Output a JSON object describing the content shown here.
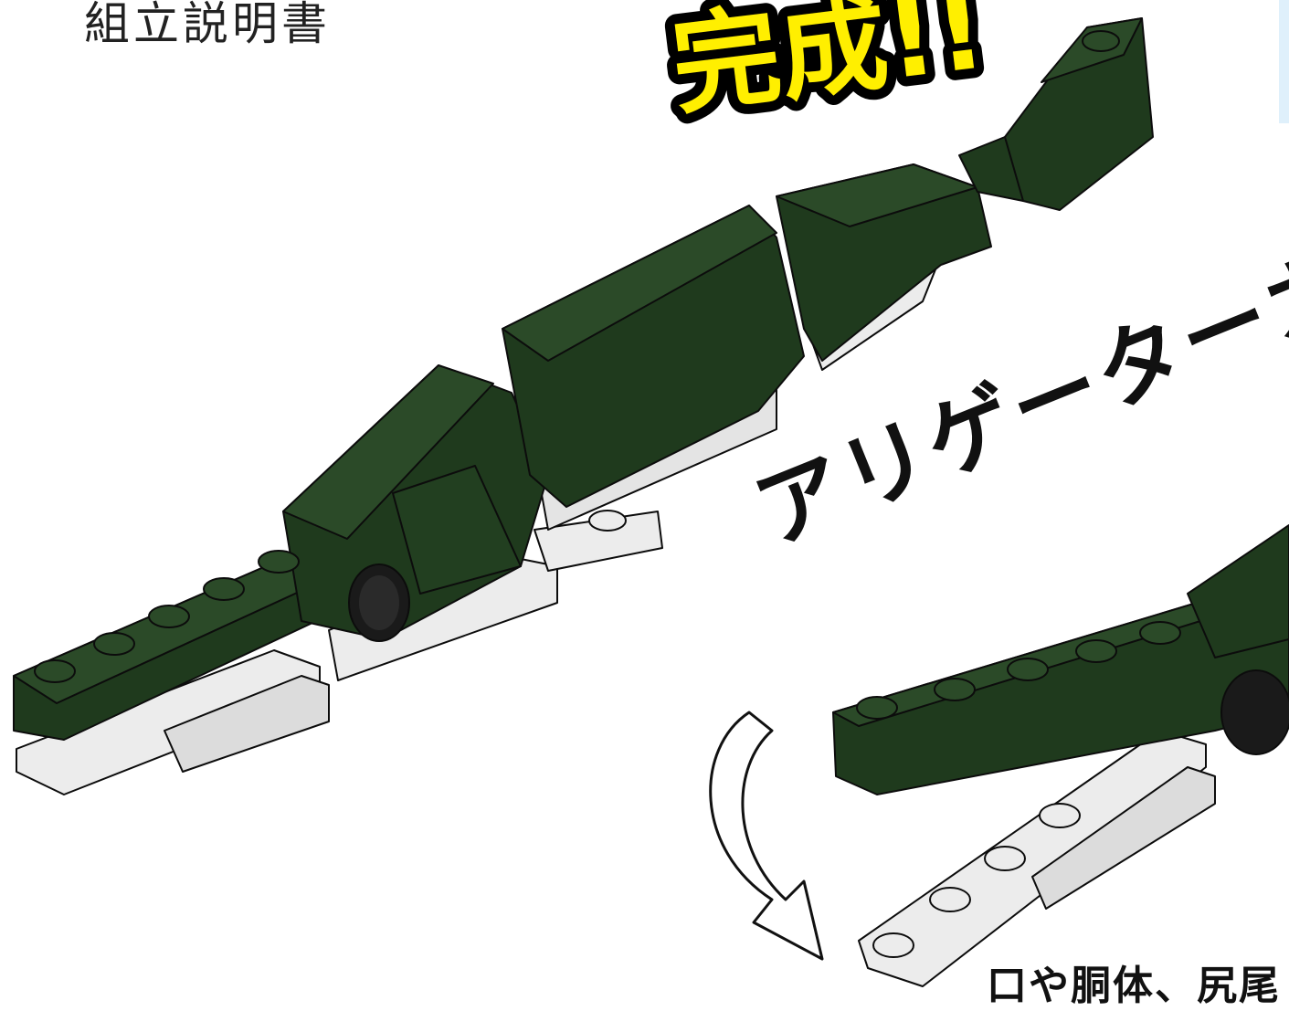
{
  "page": {
    "header_label": "組立説明書",
    "banner_text": "完成!!",
    "model_name": "アリゲーターガー",
    "caption": "口や胴体、尻尾"
  },
  "colors": {
    "brick_green": "#1f3a1d",
    "brick_green_light": "#2b4a28",
    "plate_white": "#ececec",
    "banner_yellow": "#ffef00",
    "outline": "#0c0c0c"
  },
  "icons": {
    "rotate_arrow": "curved-down-arrow-icon",
    "wheel": "round-tile-icon"
  }
}
